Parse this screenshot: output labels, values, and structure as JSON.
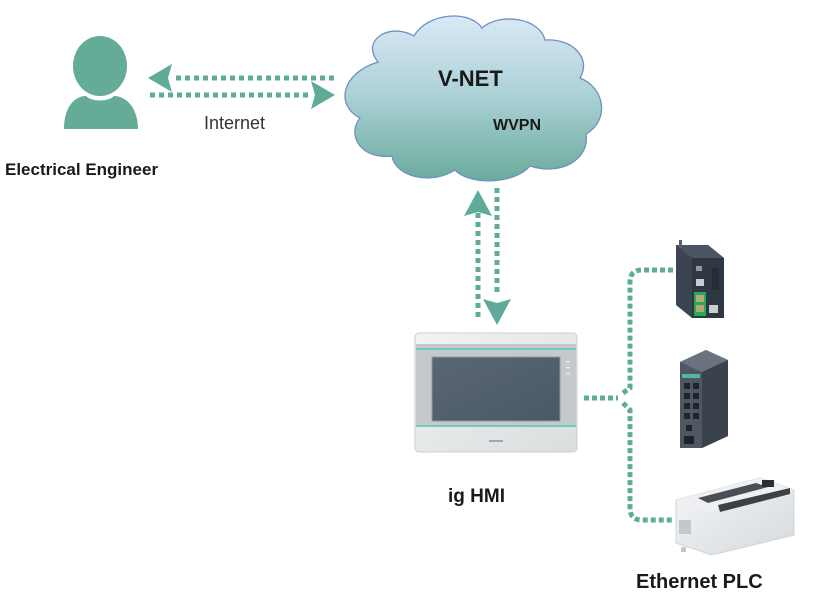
{
  "diagram": {
    "nodes": {
      "engineer": {
        "label": "Electrical Engineer",
        "icon": "person-icon"
      },
      "cloud": {
        "label": "V-NET",
        "sublabel": "WVPN",
        "icon": "cloud-icon"
      },
      "hmi": {
        "label": "ig HMI",
        "icon": "hmi-panel-icon"
      },
      "plc_group": {
        "label": "Ethernet PLC"
      },
      "devices": [
        {
          "name": "modular-plc",
          "icon": "plc-module-icon"
        },
        {
          "name": "ethernet-switch",
          "icon": "network-switch-icon"
        },
        {
          "name": "compact-plc",
          "icon": "compact-plc-icon"
        }
      ]
    },
    "links": [
      {
        "from": "engineer",
        "to": "cloud",
        "label": "Internet",
        "style": "dotted-bidirectional"
      },
      {
        "from": "cloud",
        "to": "hmi",
        "label": "",
        "style": "dotted-bidirectional"
      },
      {
        "from": "hmi",
        "to": "devices",
        "label": "",
        "style": "dotted-bus"
      }
    ],
    "colors": {
      "accent": "#5fab99",
      "cloud_top": "#d6e7f5",
      "cloud_bottom": "#6eae9e",
      "cloud_stroke": "#6f8fc6",
      "text": "#1a1a1a"
    }
  }
}
